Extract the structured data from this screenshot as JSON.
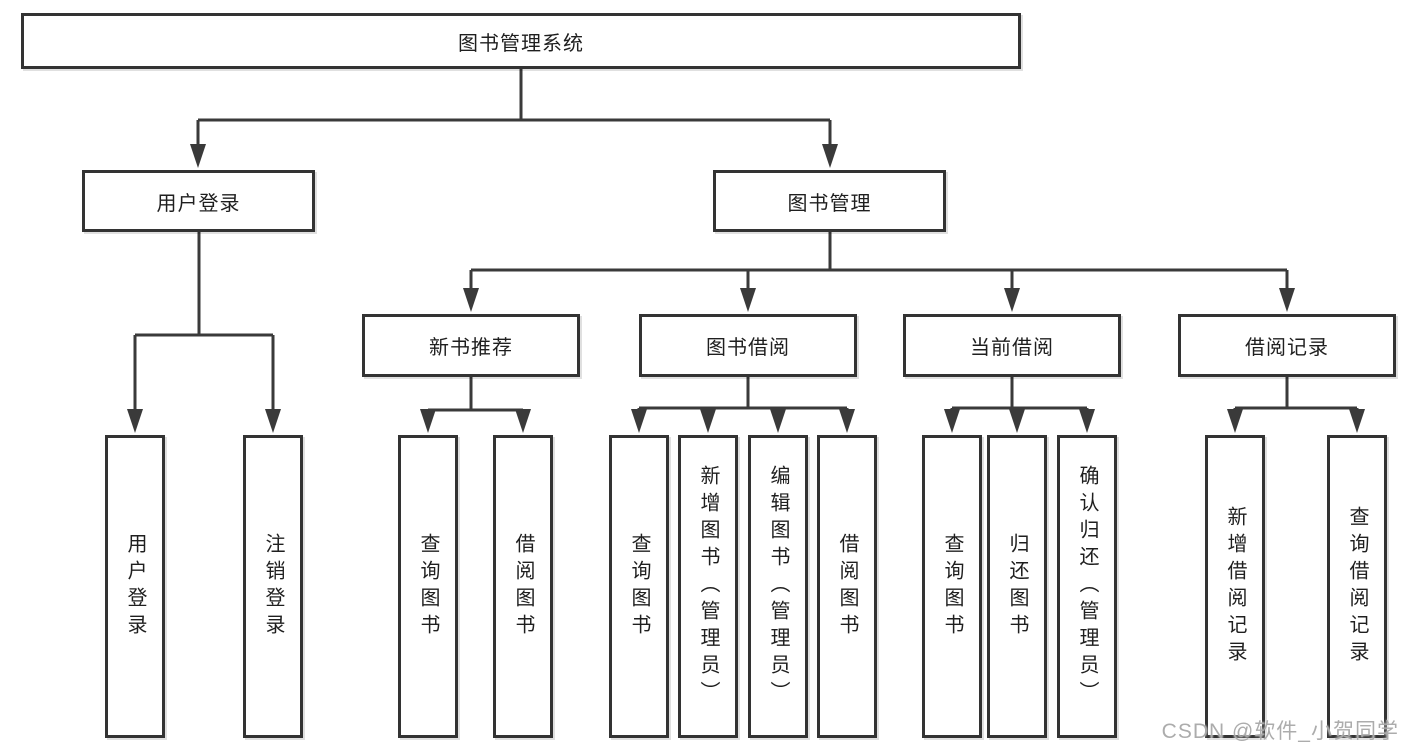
{
  "diagram": {
    "type": "tree",
    "title": "图书管理系统",
    "root": {
      "label": "图书管理系统",
      "children": [
        {
          "label": "用户登录",
          "children": [
            {
              "label": "用户登录"
            },
            {
              "label": "注销登录"
            }
          ]
        },
        {
          "label": "图书管理",
          "children": [
            {
              "label": "新书推荐",
              "children": [
                {
                  "label": "查询图书"
                },
                {
                  "label": "借阅图书"
                }
              ]
            },
            {
              "label": "图书借阅",
              "children": [
                {
                  "label": "查询图书"
                },
                {
                  "label": "新增图书（管理员）"
                },
                {
                  "label": "编辑图书（管理员）"
                },
                {
                  "label": "借阅图书"
                }
              ]
            },
            {
              "label": "当前借阅",
              "children": [
                {
                  "label": "查询图书"
                },
                {
                  "label": "归还图书"
                },
                {
                  "label": "确认归还（管理员）"
                }
              ]
            },
            {
              "label": "借阅记录",
              "children": [
                {
                  "label": "新增借阅记录"
                },
                {
                  "label": "查询借阅记录"
                }
              ]
            }
          ]
        }
      ]
    },
    "colors": {
      "box_border": "#333333",
      "connector_line": "#3a3a3a",
      "text": "#1f1f1f",
      "watermark": "#a8a8a8"
    }
  },
  "watermark": {
    "text": "CSDN @软件_小贺同学"
  }
}
